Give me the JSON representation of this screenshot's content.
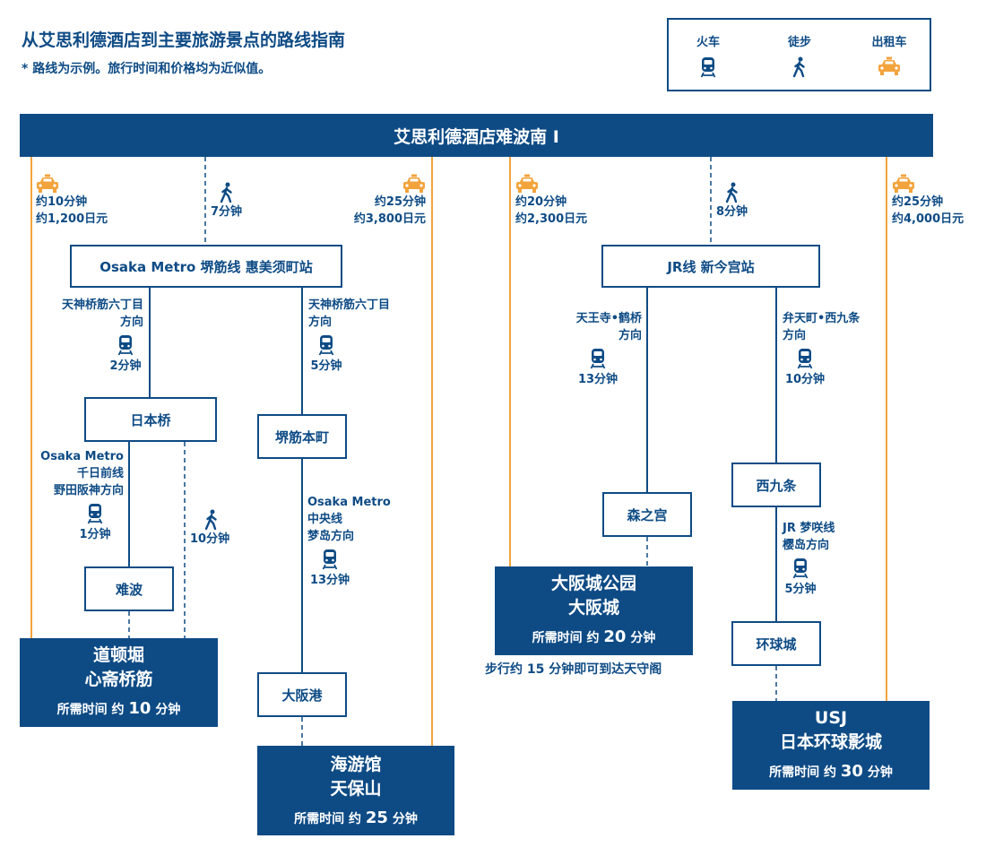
{
  "header": {
    "title": "从艾思利德酒店到主要旅游景点的路线指南",
    "note": "* 路线为示例。旅行时间和价格均为近似值。"
  },
  "legend": {
    "train": "火车",
    "walk": "徒步",
    "taxi": "出租车"
  },
  "hotel": "艾思利德酒店难波南 I",
  "colors": {
    "primary": "#0e4b85",
    "taxi_line": "#f3a33c"
  },
  "routes": {
    "taxi_dotonbori": {
      "time": "约10分钟",
      "fare": "约1,200日元"
    },
    "walk_ebisucho": "7分钟",
    "taxi_aquarium": {
      "time": "约25分钟",
      "fare": "约3,800日元"
    },
    "taxi_castle": {
      "time": "约20分钟",
      "fare": "约2,300日元"
    },
    "walk_shinimamiya": "8分钟",
    "taxi_usj": {
      "time": "约25分钟",
      "fare": "约4,000日元"
    }
  },
  "stations": {
    "ebisucho": "Osaka Metro 堺筋线 惠美须町站",
    "nipponbashi": "日本桥",
    "sakaisuji_honmachi": "堺筋本町",
    "namba": "难波",
    "osakako": "大阪港",
    "shinimamiya": "JR线  新今宫站",
    "morinomiya": "森之宫",
    "nishikujo": "西九条",
    "universal_city": "环球城"
  },
  "segments": {
    "ebisu_to_nippon": {
      "dir1": "天神桥筋六丁目",
      "dir2": "方向",
      "time": "2分钟"
    },
    "ebisu_to_honmachi": {
      "dir1": "天神桥筋六丁目",
      "dir2": "方向",
      "time": "5分钟"
    },
    "nippon_to_namba": {
      "line1": "Osaka Metro",
      "line2": "千日前线",
      "dir": "野田阪神方向",
      "time": "1分钟"
    },
    "nippon_walk": "10分钟",
    "honmachi_to_osakako": {
      "line1": "Osaka Metro",
      "line2": "中央线",
      "dir": "梦岛方向",
      "time": "13分钟"
    },
    "shin_to_morinomiya": {
      "dir1": "天王寺•鹤桥",
      "dir2": "方向",
      "time": "13分钟"
    },
    "shin_to_nishikujo": {
      "dir1": "弁天町•西九条",
      "dir2": "方向",
      "time": "10分钟"
    },
    "nishikujo_to_uc": {
      "line": "JR 梦咲线",
      "dir": "樱岛方向",
      "time": "5分钟"
    }
  },
  "destinations": {
    "dotonbori": {
      "name1": "道顿堀",
      "name2": "心斋桥筋",
      "time_prefix": "所需时间 约",
      "time_value": "10",
      "time_unit": "分钟"
    },
    "aquarium": {
      "name1": "海游馆",
      "name2": "天保山",
      "time_prefix": "所需时间 约",
      "time_value": "25",
      "time_unit": "分钟"
    },
    "castle": {
      "name1": "大阪城公园",
      "name2": "大阪城",
      "time_prefix": "所需时间 约",
      "time_value": "20",
      "time_unit": "分钟",
      "note": "步行约 15 分钟即可到达天守阁"
    },
    "usj": {
      "name1": "USJ",
      "name2": "日本环球影城",
      "time_prefix": "所需时间 约",
      "time_value": "30",
      "time_unit": "分钟"
    }
  }
}
